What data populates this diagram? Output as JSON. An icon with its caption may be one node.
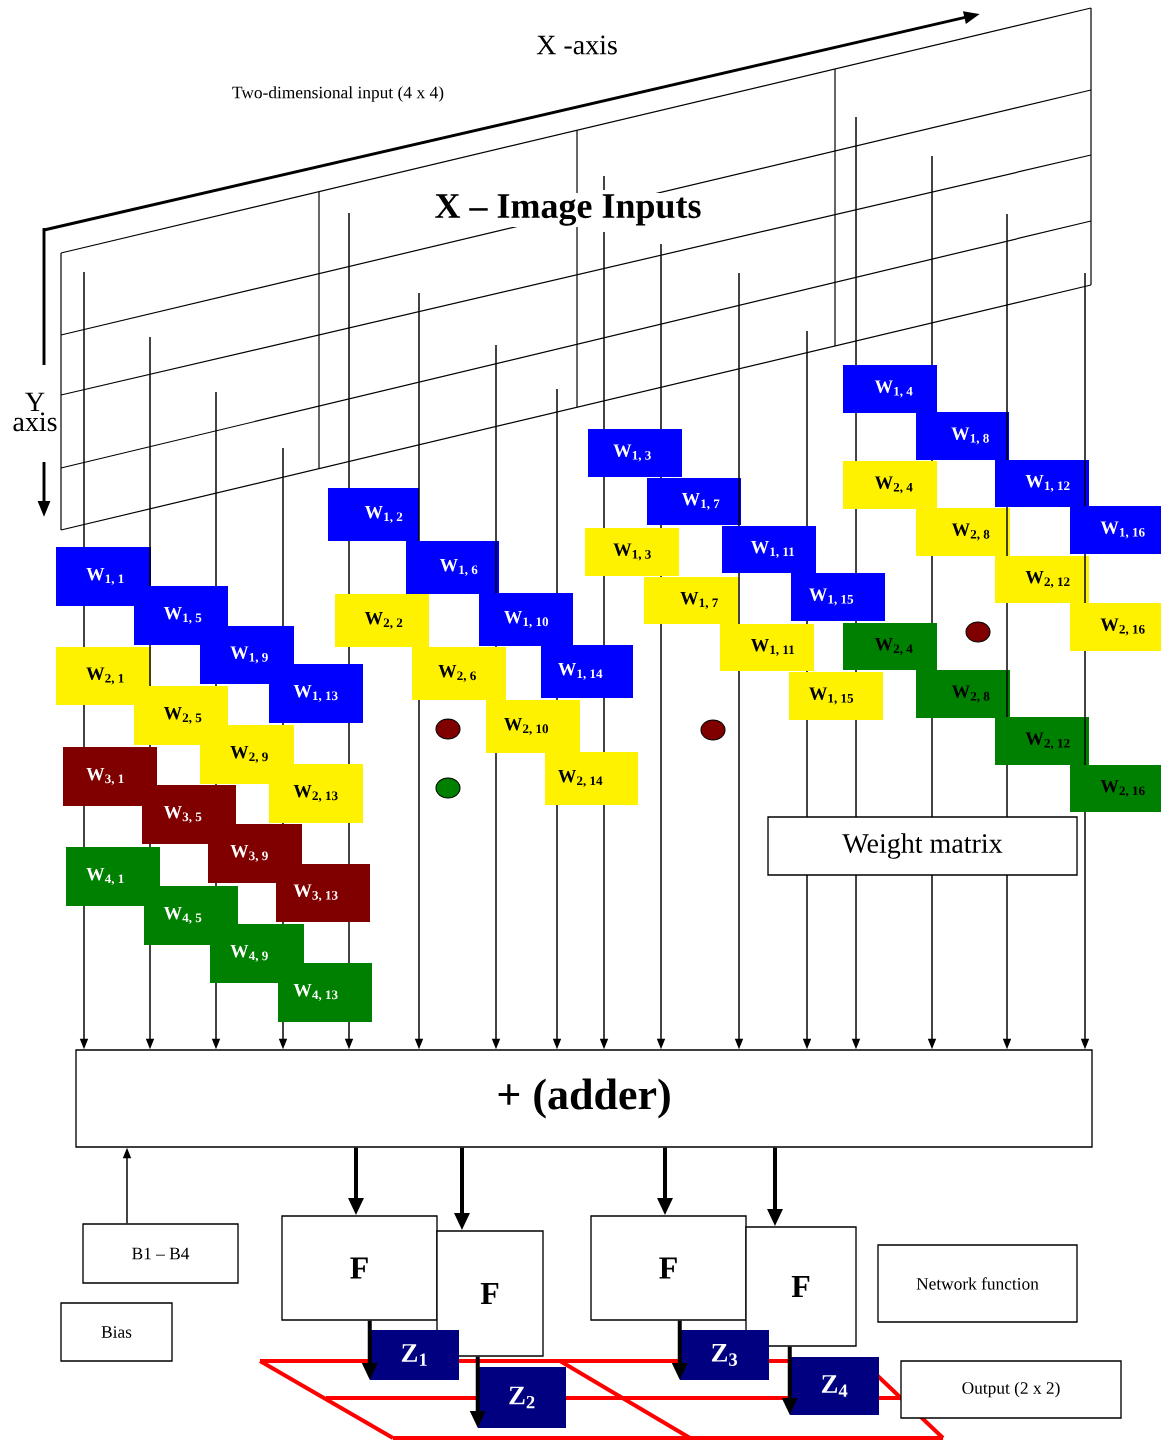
{
  "diagram": {
    "nodes": [
      {
        "text": [
          "W$_{1, 1}$"
        ]
      },
      {
        "text": [
          "W$_{1, 5}$"
        ]
      },
      {
        "text": [
          "W$_{1, 9}$"
        ]
      },
      {
        "text": [
          "W$_{1, 13}$"
        ]
      },
      {
        "text": [
          "W$_{2, 1}$"
        ]
      },
      {
        "text": [
          "W$_{2, 5}$"
        ]
      },
      {
        "text": [
          "W$_{2, 9}$"
        ]
      },
      {
        "text": [
          "W$_{2, 13}$"
        ]
      },
      {
        "text": [
          "W$_{3, 1}$"
        ]
      },
      {
        "text": [
          "W$_{3, 5}$"
        ]
      },
      {
        "text": [
          "W$_{3, 9}$"
        ]
      },
      {
        "text": [
          "W$_{3, 13}$"
        ]
      },
      {
        "text": [
          "W$_{4, 1}$"
        ]
      },
      {
        "text": [
          "W$_{4, 5}$"
        ]
      },
      {
        "text": [
          "W$_{4, 9}$"
        ]
      },
      {
        "text": [
          "W$_{4, 13}$"
        ]
      },
      {
        "text": [
          "W$_{1, 2}$"
        ]
      },
      {
        "text": [
          "W$_{1, 6}$"
        ]
      },
      {
        "text": [
          "W$_{1, 10}$"
        ]
      },
      {
        "text": [
          "W$_{1, 14}$"
        ]
      },
      {
        "text": [
          "W$_{2, 2}$"
        ]
      },
      {
        "text": [
          "W$_{2, 6}$"
        ]
      },
      {
        "text": [
          "W$_{2, 10}$"
        ]
      },
      {
        "text": [
          "W$_{2, 14}$"
        ]
      },
      {
        "text": [
          "W$_{1, 3}$"
        ]
      },
      {
        "text": [
          "W$_{1, 7}$"
        ]
      },
      {
        "text": [
          "W$_{1, 11}$"
        ]
      },
      {
        "text": [
          "W$_{1, 15}$"
        ]
      },
      {
        "text": [
          "W$_{1, 3}$"
        ]
      },
      {
        "text": [
          "W$_{1, 7}$"
        ]
      },
      {
        "text": [
          "W$_{1, 11}$"
        ]
      },
      {
        "text": [
          "W$_{1, 15}$"
        ]
      },
      {
        "text": [
          "W$_{1, 4}$"
        ]
      },
      {
        "text": [
          "W$_{1, 8}$"
        ]
      },
      {
        "text": [
          "W$_{1, 12}$"
        ]
      },
      {
        "text": [
          "W$_{1, 16}$"
        ]
      },
      {
        "text": [
          "W$_{2, 4}$"
        ]
      },
      {
        "text": [
          "W$_{2, 8}$"
        ]
      },
      {
        "text": [
          "W$_{2, 12}$"
        ]
      },
      {
        "text": [
          "W$_{2, 16}$"
        ]
      },
      {
        "text": [
          "W$_{2, 4}$"
        ]
      },
      {
        "text": [
          "W$_{2, 8}$"
        ]
      },
      {
        "text": [
          "W$_{2, 12}$"
        ]
      },
      {
        "text": [
          "W$_{2, 16}$"
        ]
      },
      {
        "text": [
          "Weight matrix"
        ]
      },
      {
        "text": [
          "+ (adder)"
        ]
      },
      {
        "text": [
          "B1 – B4"
        ]
      },
      {
        "text": [
          "Bias"
        ]
      },
      {
        "text": [
          "F"
        ]
      },
      {
        "text": [
          "F"
        ]
      },
      {
        "text": [
          "F"
        ]
      },
      {
        "text": [
          "F"
        ]
      },
      {
        "text": [
          "Network function"
        ]
      },
      {
        "text": [
          "Z$_{1}$"
        ]
      },
      {
        "text": [
          "Z$_{2}$"
        ]
      },
      {
        "text": [
          "Z$_{3}$"
        ]
      },
      {
        "text": [
          "Z$_{4}$"
        ]
      },
      {
        "text": [
          "Output (2 x 2)"
        ]
      }
    ],
    "edges": [
      {
        "from": null,
        "to": 45,
        "arrow": "to"
      },
      {
        "from": null,
        "to": 45,
        "arrow": "to"
      },
      {
        "from": null,
        "to": 45,
        "arrow": "to"
      },
      {
        "from": null,
        "to": 45,
        "arrow": "to"
      },
      {
        "from": null,
        "to": 45,
        "arrow": "to"
      },
      {
        "from": null,
        "to": 45,
        "arrow": "to"
      },
      {
        "from": null,
        "to": 45,
        "arrow": "to"
      },
      {
        "from": null,
        "to": 45,
        "arrow": "to"
      },
      {
        "from": null,
        "to": 45,
        "arrow": "to"
      },
      {
        "from": null,
        "to": 45,
        "arrow": "to"
      },
      {
        "from": null,
        "to": 45,
        "arrow": "to"
      },
      {
        "from": null,
        "to": 45,
        "arrow": "to"
      },
      {
        "from": null,
        "to": 45,
        "arrow": "to"
      },
      {
        "from": null,
        "to": 45,
        "arrow": "to"
      },
      {
        "from": null,
        "to": 45,
        "arrow": "to"
      },
      {
        "from": null,
        "to": 45,
        "arrow": "to"
      },
      {
        "from": 46,
        "to": 45,
        "arrow": "to"
      },
      {
        "from": 45,
        "to": 48,
        "arrow": "to",
        "style": "thick"
      },
      {
        "from": 45,
        "to": 49,
        "arrow": "to",
        "style": "thick"
      },
      {
        "from": 45,
        "to": 50,
        "arrow": "to",
        "style": "thick"
      },
      {
        "from": 45,
        "to": 51,
        "arrow": "to",
        "style": "thick"
      },
      {
        "from": 48,
        "to": 53,
        "arrow": "to",
        "style": "thick"
      },
      {
        "from": 49,
        "to": 54,
        "arrow": "to",
        "style": "thick"
      },
      {
        "from": 50,
        "to": 55,
        "arrow": "to",
        "style": "thick"
      },
      {
        "from": 51,
        "to": 56,
        "arrow": "to",
        "style": "thick"
      }
    ],
    "labels": [
      "X -axis",
      "Two-dimensional input (4 x 4)",
      "X – Image Inputs",
      "Y axis"
    ]
  }
}
